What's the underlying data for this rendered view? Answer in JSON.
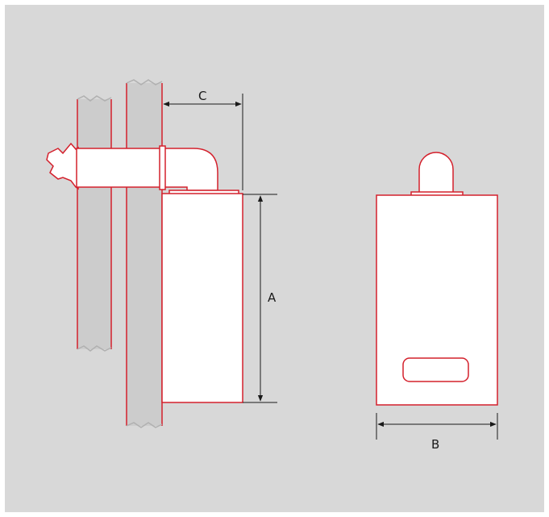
{
  "colors": {
    "panel": "#d8d8d8",
    "outline": "#d4202c",
    "wall_fill": "#cccccc",
    "boiler_fill": "#ffffff",
    "dimension": "#1a1a1a"
  },
  "labels": {
    "dim_a": "A",
    "dim_b": "B",
    "dim_c": "C"
  },
  "icons": {
    "boiler_side": "boiler-side-view",
    "boiler_front": "boiler-front-view",
    "flue": "flue-elbow",
    "wall": "wall-section"
  }
}
